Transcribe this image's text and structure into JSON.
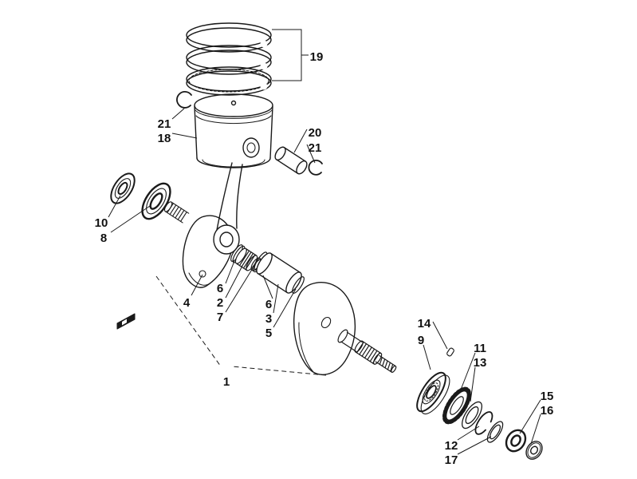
{
  "figure": {
    "background": "#ffffff",
    "line_color": "#1a1a1a",
    "label_color": "#111111"
  },
  "labels": [
    {
      "id": "ring-set",
      "text": "19"
    },
    {
      "id": "circlip-upper",
      "text": "21"
    },
    {
      "id": "piston",
      "text": "18"
    },
    {
      "id": "piston-pin",
      "text": "20"
    },
    {
      "id": "circlip-pin",
      "text": "21"
    },
    {
      "id": "outer-bearing",
      "text": "10"
    },
    {
      "id": "inner-bearing",
      "text": "8"
    },
    {
      "id": "crank-web-left",
      "text": "4"
    },
    {
      "id": "washer-left",
      "text": "6"
    },
    {
      "id": "crank-center",
      "text": "2"
    },
    {
      "id": "spacer-left",
      "text": "7"
    },
    {
      "id": "washer-mid",
      "text": "6"
    },
    {
      "id": "journal",
      "text": "3"
    },
    {
      "id": "spacer-mid",
      "text": "5"
    },
    {
      "id": "crankshaft-assembly",
      "text": "1"
    },
    {
      "id": "key",
      "text": "14"
    },
    {
      "id": "bearing-right",
      "text": "9"
    },
    {
      "id": "drive-gear",
      "text": "11"
    },
    {
      "id": "washer-right",
      "text": "13"
    },
    {
      "id": "snap-ring",
      "text": "12"
    },
    {
      "id": "thrust-washer",
      "text": "17"
    },
    {
      "id": "end-bearing",
      "text": "15"
    },
    {
      "id": "end-seal",
      "text": "16"
    }
  ]
}
